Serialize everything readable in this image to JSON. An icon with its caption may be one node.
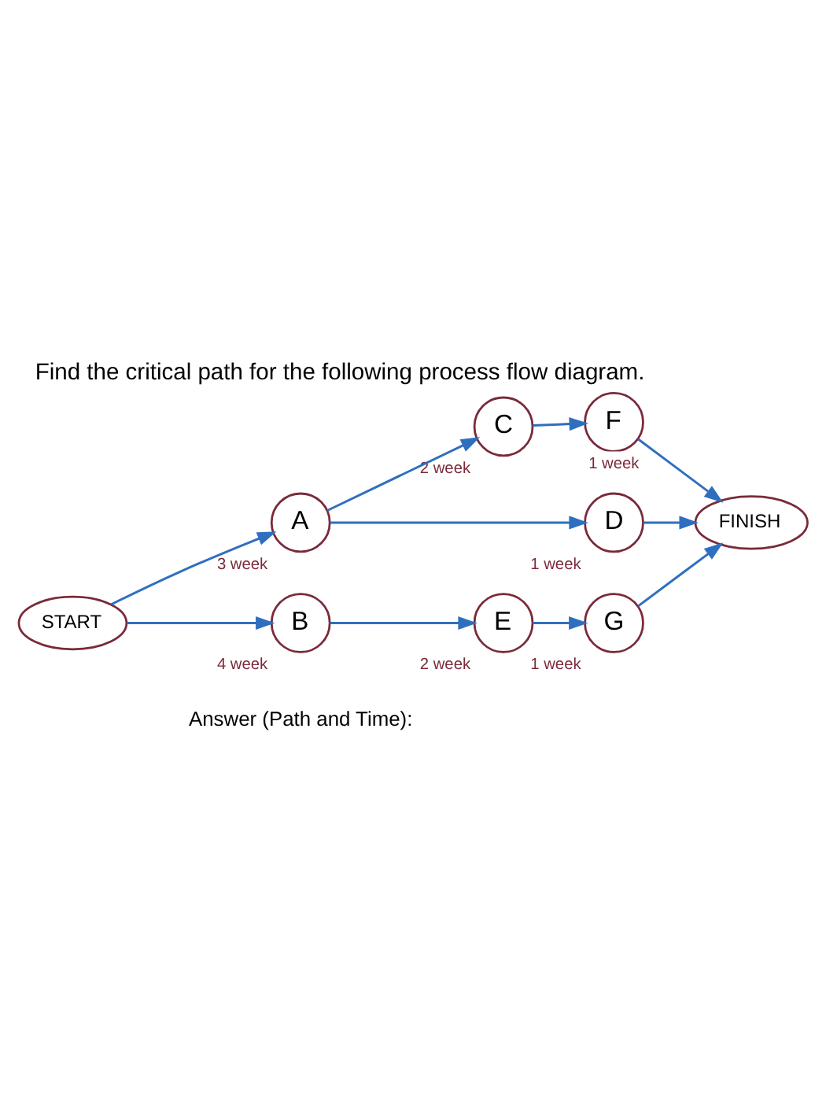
{
  "diagram": {
    "title": "Find the critical path for the following process flow diagram.",
    "nodes": [
      {
        "text": [
          "START"
        ]
      },
      {
        "text": [
          "A"
        ],
        "beside": [
          "3 week"
        ]
      },
      {
        "text": [
          "C"
        ],
        "beside": [
          "2 week"
        ]
      },
      {
        "text": [
          "F"
        ],
        "beside": [
          "1 week"
        ]
      },
      {
        "text": [
          "D"
        ],
        "beside": [
          "1 week"
        ]
      },
      {
        "text": [
          "FINISH"
        ]
      },
      {
        "text": [
          "B"
        ],
        "beside": [
          "4 week"
        ]
      },
      {
        "text": [
          "E"
        ],
        "beside": [
          "2 week"
        ]
      },
      {
        "text": [
          "G"
        ],
        "beside": [
          "1 week"
        ]
      }
    ],
    "edges": [
      {
        "from": 0,
        "to": 1,
        "arrow": "to"
      },
      {
        "from": 0,
        "to": 6,
        "arrow": "to"
      },
      {
        "from": 1,
        "to": 2,
        "arrow": "to"
      },
      {
        "from": 1,
        "to": 4,
        "arrow": "to"
      },
      {
        "from": 2,
        "to": 3,
        "arrow": "to"
      },
      {
        "from": 3,
        "to": 5,
        "arrow": "to"
      },
      {
        "from": 4,
        "to": 5,
        "arrow": "to"
      },
      {
        "from": 6,
        "to": 7,
        "arrow": "to"
      },
      {
        "from": 7,
        "to": 8,
        "arrow": "to"
      },
      {
        "from": 8,
        "to": 5,
        "arrow": "to"
      }
    ],
    "labels": [
      "Answer (Path and Time):"
    ]
  }
}
